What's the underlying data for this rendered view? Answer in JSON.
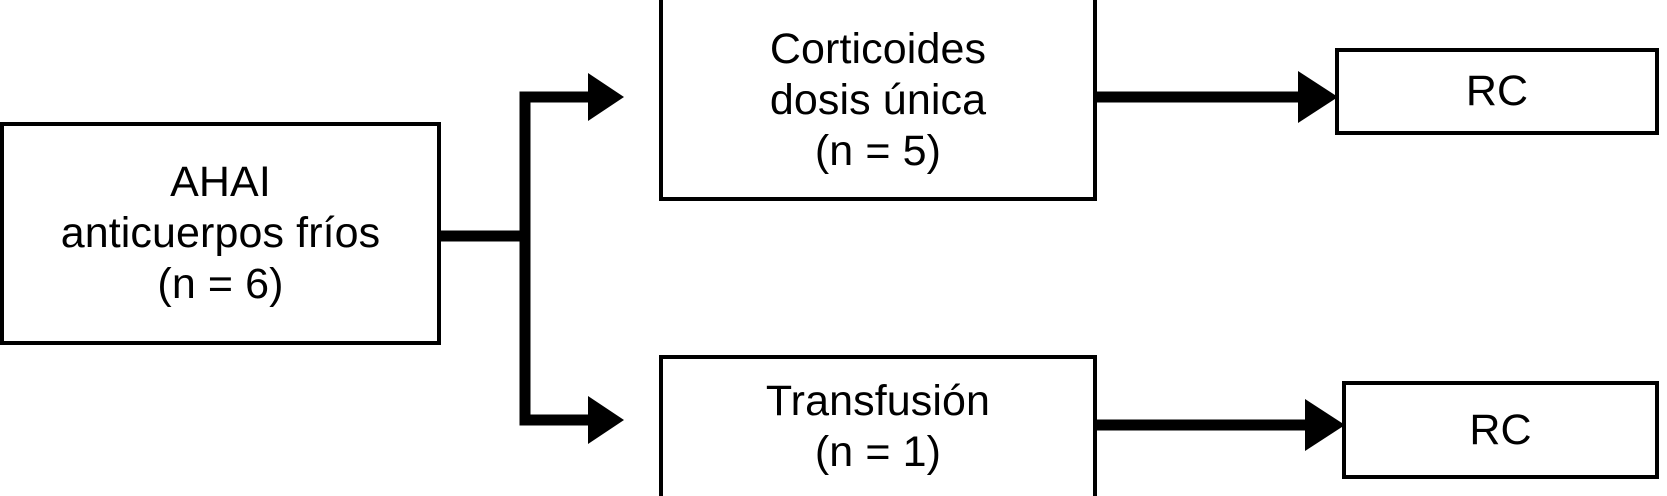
{
  "diagram": {
    "type": "flowchart",
    "orientation": "left-to-right",
    "language": "es",
    "colors": {
      "background": "#ffffff",
      "stroke": "#000000",
      "text": "#000000",
      "box_fill": "#ffffff"
    },
    "nodes": [
      {
        "id": "ahai",
        "label": "AHAI\nanticuerpos fríos\n(n =  6)",
        "line1": "AHAI",
        "line2": "anticuerpos fríos",
        "line3": "(n =  6)",
        "count": 6
      },
      {
        "id": "corticoides",
        "label": "Corticoides\ndosis única\n(n = 5)",
        "line1": "Corticoides",
        "line2": "dosis única",
        "line3": "(n = 5)",
        "count": 5
      },
      {
        "id": "transfusion",
        "label": "Transfusión\n(n = 1)",
        "line1": "Transfusión",
        "line2": "(n = 1)",
        "count": 1
      },
      {
        "id": "rc-top",
        "label": "RC"
      },
      {
        "id": "rc-bottom",
        "label": "RC"
      }
    ],
    "edges": [
      {
        "id": "ahai-to-corticoides",
        "from": "ahai",
        "to": "corticoides",
        "arrow": "single",
        "style": "elbow"
      },
      {
        "id": "ahai-to-transfusion",
        "from": "ahai",
        "to": "transfusion",
        "arrow": "single",
        "style": "elbow"
      },
      {
        "id": "corticoides-to-rc-top",
        "from": "corticoides",
        "to": "rc-top",
        "arrow": "single",
        "style": "straight"
      },
      {
        "id": "transfusion-to-rc-bottom",
        "from": "transfusion",
        "to": "rc-bottom",
        "arrow": "single",
        "style": "straight"
      }
    ]
  }
}
